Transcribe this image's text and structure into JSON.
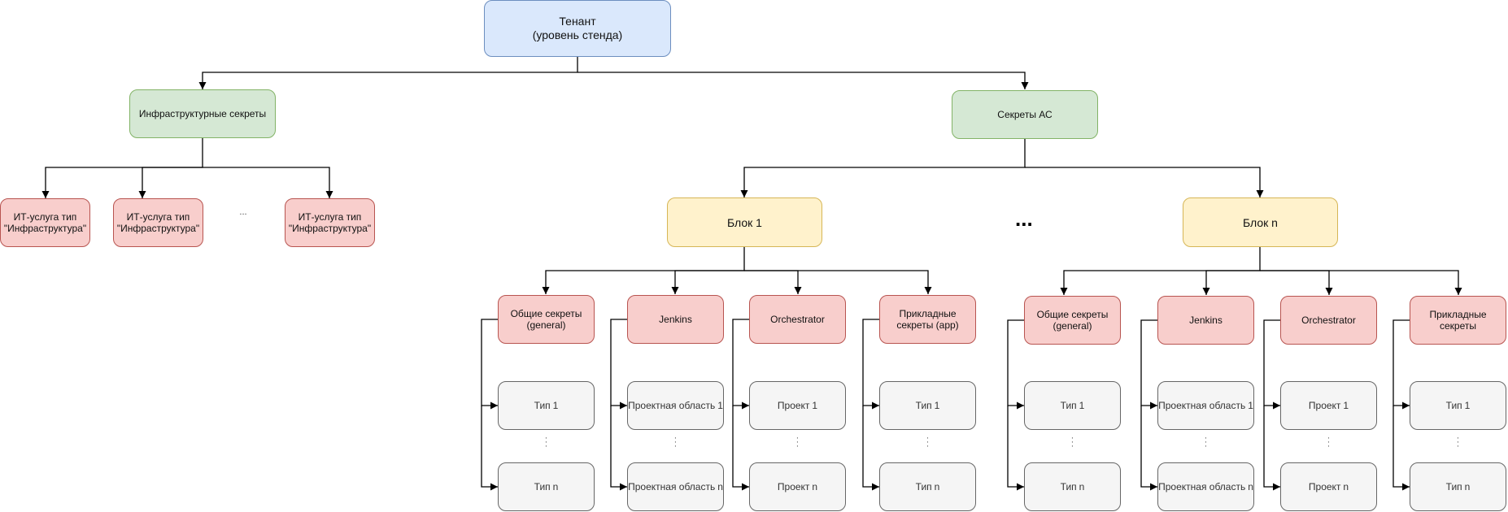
{
  "root": {
    "line1": "Тенант",
    "line2": "(уровень стенда)"
  },
  "infra": {
    "label": "Инфраструктурные секреты",
    "services": [
      {
        "line1": "ИТ-услуга тип",
        "line2": "\"Инфраструктура\""
      },
      {
        "line1": "ИТ-услуга тип",
        "line2": "\"Инфраструктура\""
      },
      {
        "line1": "ИТ-услуга тип",
        "line2": "\"Инфраструктура\""
      }
    ],
    "ellipsis": "..."
  },
  "as_secrets": {
    "label": "Секреты АС"
  },
  "blocks_ellipsis": "...",
  "vertical_ellipsis": "...",
  "blocks": [
    {
      "label": "Блок 1",
      "categories": [
        {
          "line1": "Общие секреты",
          "line2": "(general)",
          "item_base": "Тип",
          "sub1": "1",
          "subn": "n"
        },
        {
          "line1": "Jenkins",
          "line2": "",
          "item_base": "Проектная область",
          "sub1": "1",
          "subn": "n"
        },
        {
          "line1": "Orchestrator",
          "line2": "",
          "item_base": "Проект",
          "sub1": "1",
          "subn": "n"
        },
        {
          "line1": "Прикладные",
          "line2": "секреты (app)",
          "item_base": "Тип",
          "sub1": "1",
          "subn": "n"
        }
      ]
    },
    {
      "label": "Блок n",
      "categories": [
        {
          "line1": "Общие секреты",
          "line2": "(general)",
          "item_base": "Тип",
          "sub1": "1",
          "subn": "n"
        },
        {
          "line1": "Jenkins",
          "line2": "",
          "item_base": "Проектная область",
          "sub1": "1",
          "subn": "n"
        },
        {
          "line1": "Orchestrator",
          "line2": "",
          "item_base": "Проект",
          "sub1": "1",
          "subn": "n"
        },
        {
          "line1": "Прикладные",
          "line2": "секреты",
          "item_base": "Тип",
          "sub1": "1",
          "subn": "n"
        }
      ]
    }
  ]
}
